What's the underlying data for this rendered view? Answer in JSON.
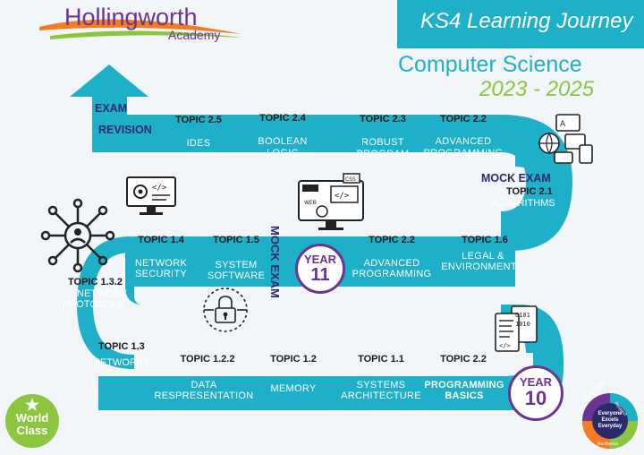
{
  "brand": {
    "school": "Hollingworth",
    "academy": "Academy"
  },
  "title": {
    "line1": "KS4 Learning Journey",
    "subject": "Computer Science",
    "years": "2023 - 2025"
  },
  "row1": {
    "exam": "EXAM",
    "revision": "REVISION",
    "topics": [
      {
        "topic": "TOPIC 2.5",
        "label1": "IDES",
        "label2": ""
      },
      {
        "topic": "TOPIC 2.4",
        "label1": "BOOLEAN",
        "label2": "LOGIC"
      },
      {
        "topic": "TOPIC 2.3",
        "label1": "ROBUST",
        "label2": "PROGRAM"
      },
      {
        "topic": "TOPIC 2.2",
        "label1": "ADVANCED",
        "label2": "PROGRAMMING"
      }
    ]
  },
  "mock_right": {
    "title": "MOCK EXAM",
    "topic": "TOPIC 2.1",
    "label": "ALGORITHMS"
  },
  "row2": {
    "topics": [
      {
        "topic": "TOPIC 1.4",
        "label1": "NETWORK",
        "label2": "SECURITY"
      },
      {
        "topic": "TOPIC 1.5",
        "label1": "SYSTEM",
        "label2": "SOFTWARE"
      },
      {
        "topic": "TOPIC 2.2",
        "label1": "ADVANCED",
        "label2": "PROGRAMMING"
      },
      {
        "topic": "TOPIC 1.6",
        "label1": "LEGAL &",
        "label2": "ENVIRONMENT..."
      }
    ],
    "mock_vertical": "MOCK EXAM",
    "year": {
      "word": "YEAR",
      "num": "11"
    }
  },
  "left_topic": {
    "topic": "TOPIC 1.3.2",
    "label1": "NETWORK",
    "label2": "PROTOCOLS"
  },
  "row3": {
    "networks_topic": "TOPIC 1.3",
    "networks_label": "NETWORKS",
    "topics": [
      {
        "topic": "TOPIC 1.2.2",
        "label1": "DATA",
        "label2": "RESPRESENTATION"
      },
      {
        "topic": "TOPIC 1.2",
        "label1": "MEMORY",
        "label2": ""
      },
      {
        "topic": "TOPIC 1.1",
        "label1": "SYSTEMS",
        "label2": "ARCHITECTURE"
      },
      {
        "topic": "TOPIC 2.2",
        "label1": "PROGRAMMING",
        "label2": "BASICS"
      }
    ],
    "year": {
      "word": "YEAR",
      "num": "10"
    }
  },
  "badges": {
    "world1": "World",
    "world2": "Class",
    "values_center": [
      "Everyone",
      "Excels",
      "Everyday"
    ],
    "values_ring": [
      "Responsibility",
      "Respect",
      "Resilience"
    ]
  },
  "icons": [
    "settings-code-monitor-icon",
    "network-user-icon",
    "padlock-circuit-icon",
    "web-design-monitor-icon",
    "communication-devices-icon",
    "code-documents-icon",
    "swoosh-logo-icon"
  ],
  "colors": {
    "road": "#1eb0c8",
    "navy": "#2b2b6b",
    "purple": "#6c3491",
    "green": "#8cc63f",
    "orange": "#f47b20"
  }
}
